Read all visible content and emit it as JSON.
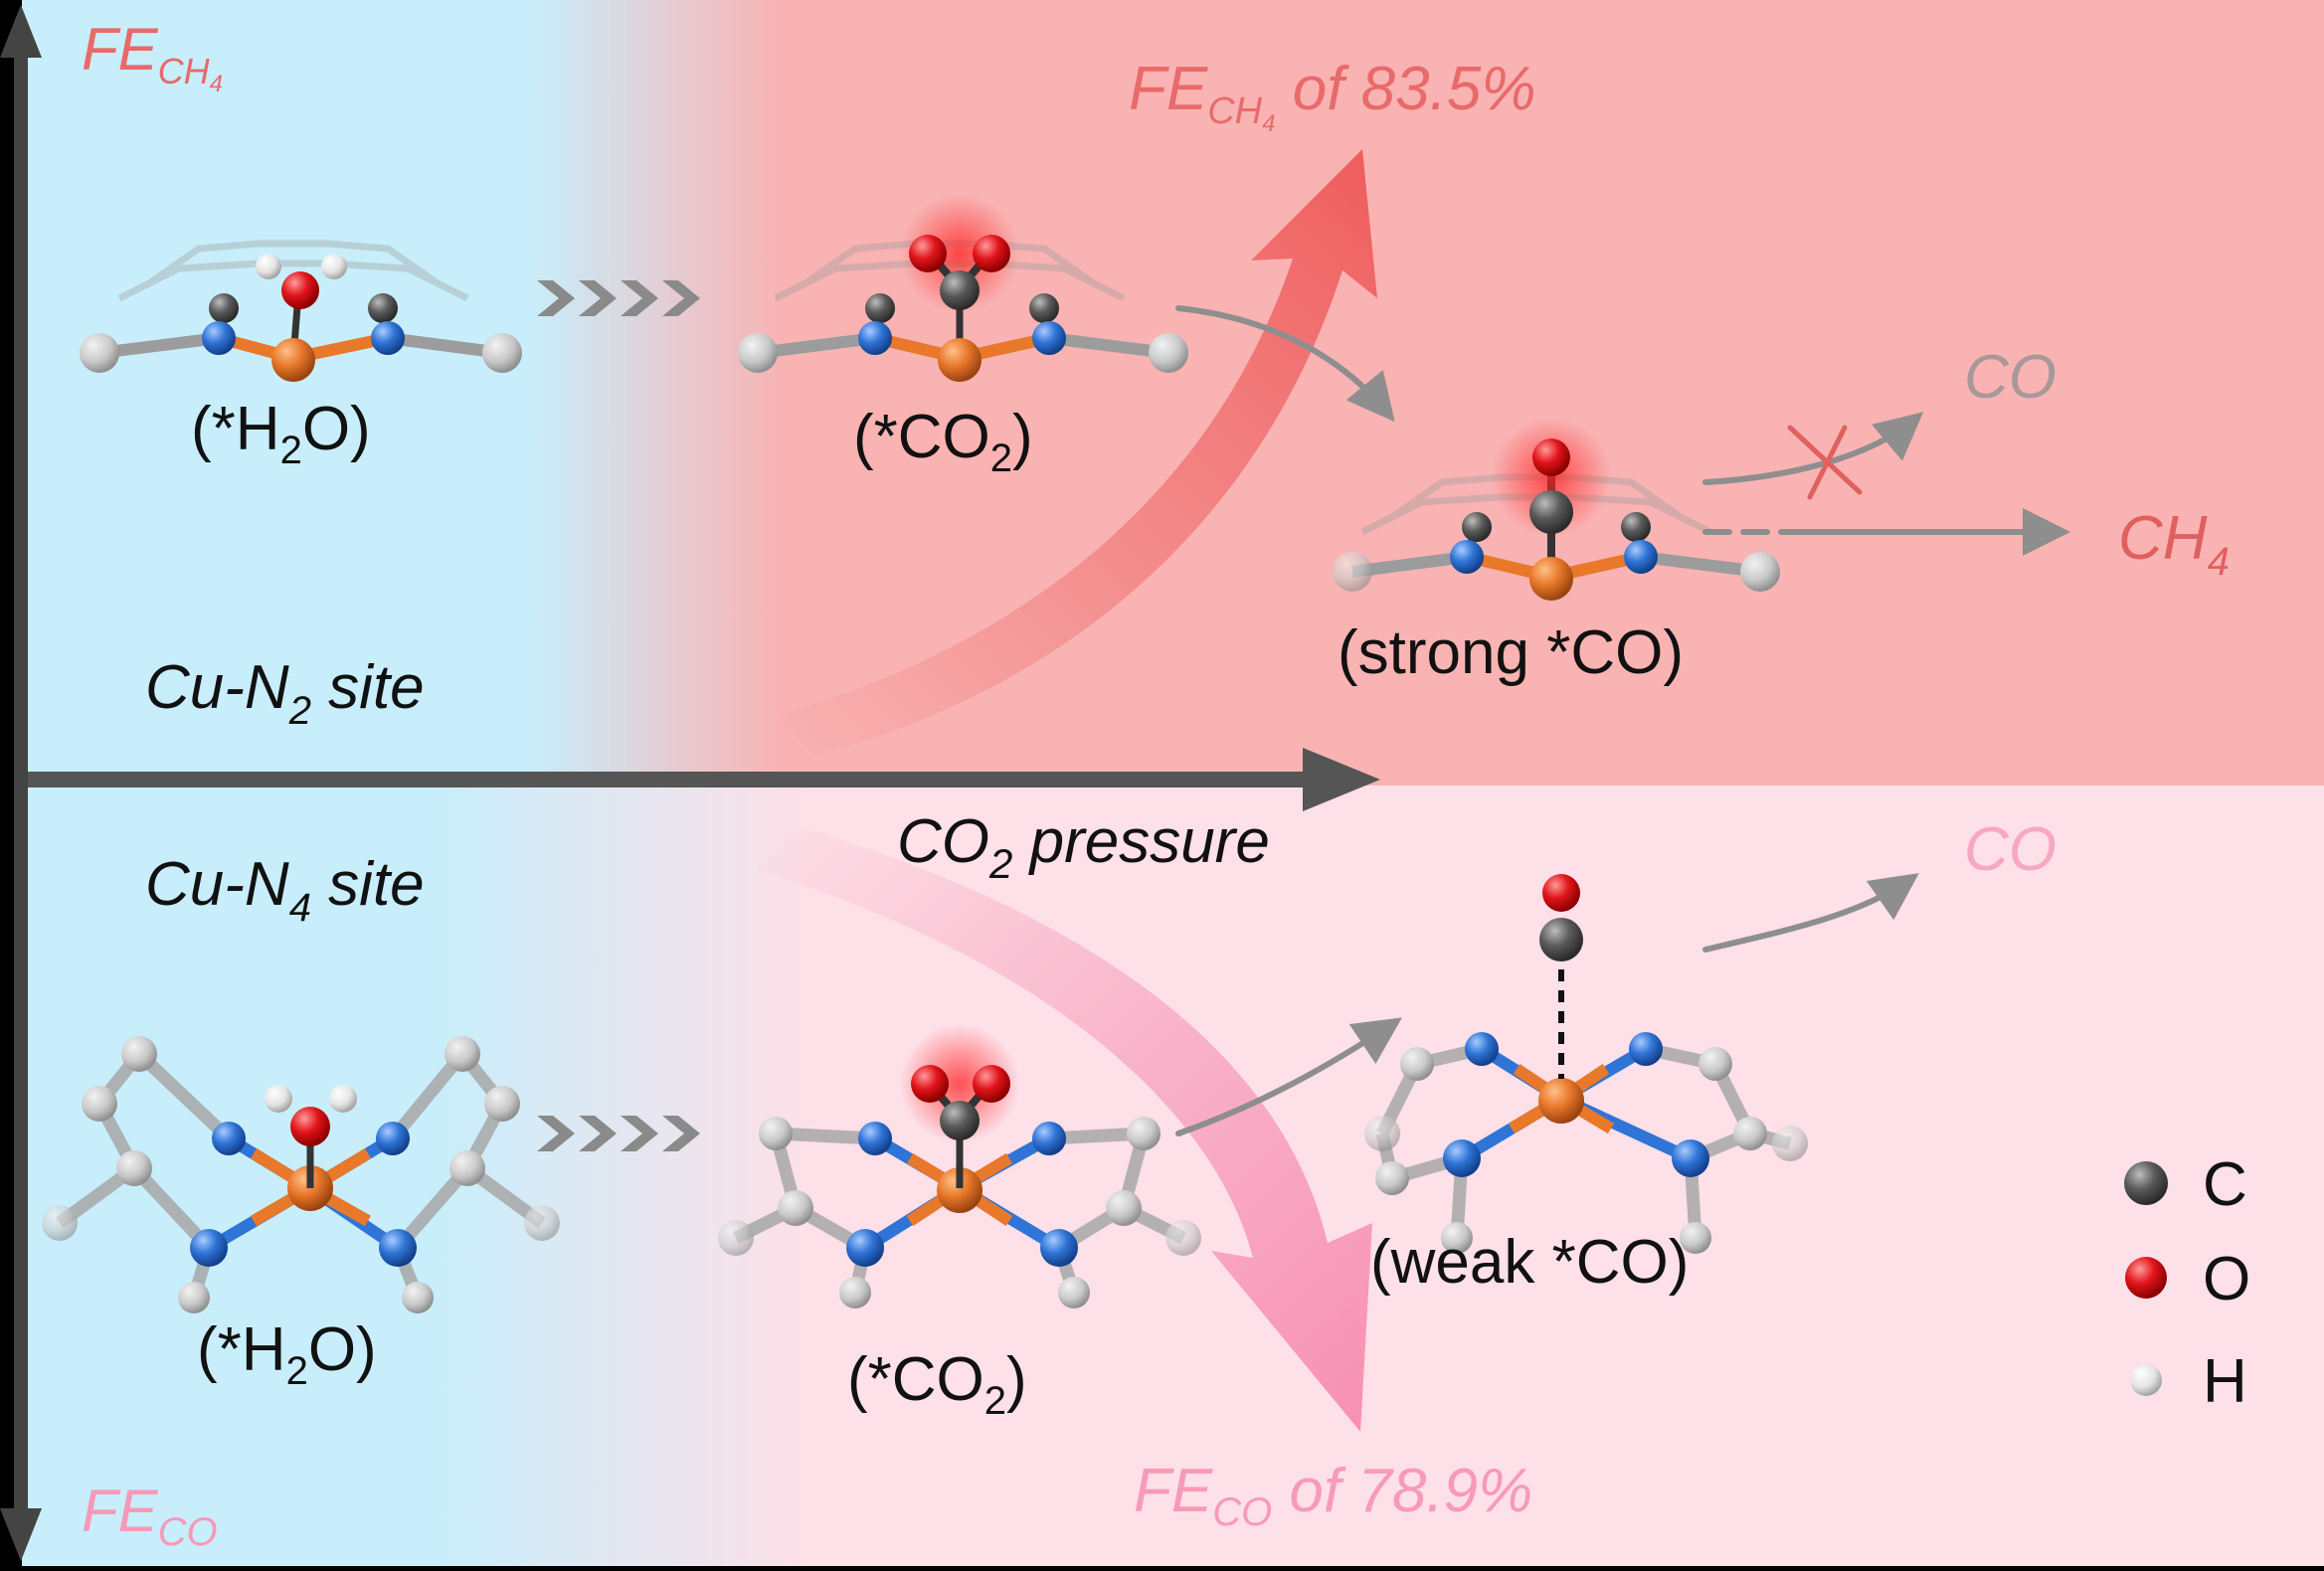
{
  "axes": {
    "top_label_main": "FE",
    "top_label_sub": "CH",
    "top_label_sub2": "4",
    "bottom_label_main": "FE",
    "bottom_label_sub": "CO",
    "x_label_pre": "CO",
    "x_label_sub": "2",
    "x_label_post": " pressure"
  },
  "top_panel": {
    "site_pre": "Cu-N",
    "site_sub": "2",
    "site_post": " site",
    "state1_pre": "(*H",
    "state1_sub": "2",
    "state1_post": "O)",
    "state2_pre": "(*CO",
    "state2_sub": "2",
    "state2_post": ")",
    "state3": "(strong *CO)",
    "fe_main": "FE",
    "fe_sub": "CH",
    "fe_sub2": "4",
    "fe_value": " of 83.5%",
    "product_blocked": "CO",
    "product_main": "CH",
    "product_sub": "4"
  },
  "bottom_panel": {
    "site_pre": "Cu-N",
    "site_sub": "4",
    "site_post": " site",
    "state1_pre": "(*H",
    "state1_sub": "2",
    "state1_post": "O)",
    "state2_pre": "(*CO",
    "state2_sub": "2",
    "state2_post": ")",
    "state3": "(weak *CO)",
    "fe_main": "FE",
    "fe_sub": "CO",
    "fe_value": " of 78.9%",
    "product": "CO"
  },
  "legend": [
    {
      "label": "C",
      "color": "#555555"
    },
    {
      "label": "O",
      "color": "#e0141a"
    },
    {
      "label": "H",
      "color": "#e8e8e8"
    }
  ],
  "colors": {
    "cyan_bg": "#c8eefb",
    "red_bg": "#f9b3b3",
    "pink_bg": "#fde0e8",
    "fe_red": "#e86a6a",
    "fe_pink": "#f79ab8",
    "cu": "#e8782a",
    "n": "#2f74d6",
    "c_atom": "#555555",
    "o_atom": "#e0141a"
  }
}
